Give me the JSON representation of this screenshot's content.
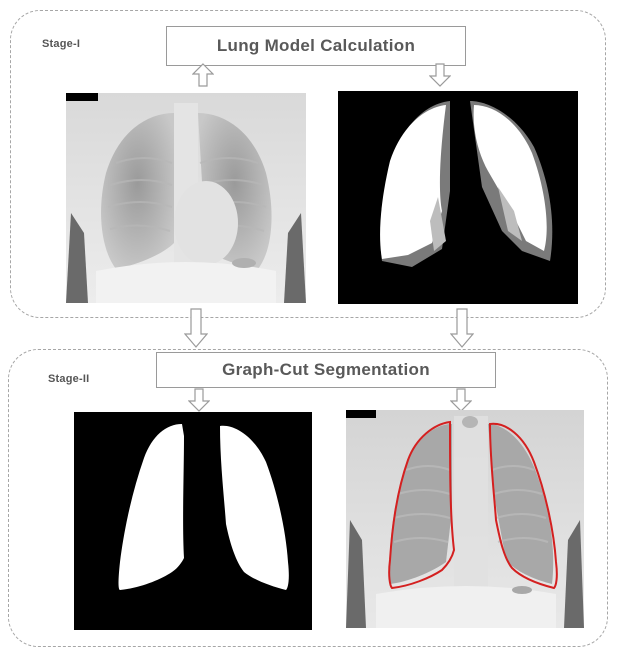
{
  "stage1": {
    "label": "Stage-I",
    "title": "Lung Model Calculation"
  },
  "stage2": {
    "label": "Stage-II",
    "title": "Graph-Cut Segmentation"
  },
  "colors": {
    "contour": "#d42020",
    "border": "#a6a6a6",
    "text": "#595959"
  },
  "icons": {
    "arrow_up": "hollow-arrow-up",
    "arrow_down": "hollow-arrow-down"
  }
}
